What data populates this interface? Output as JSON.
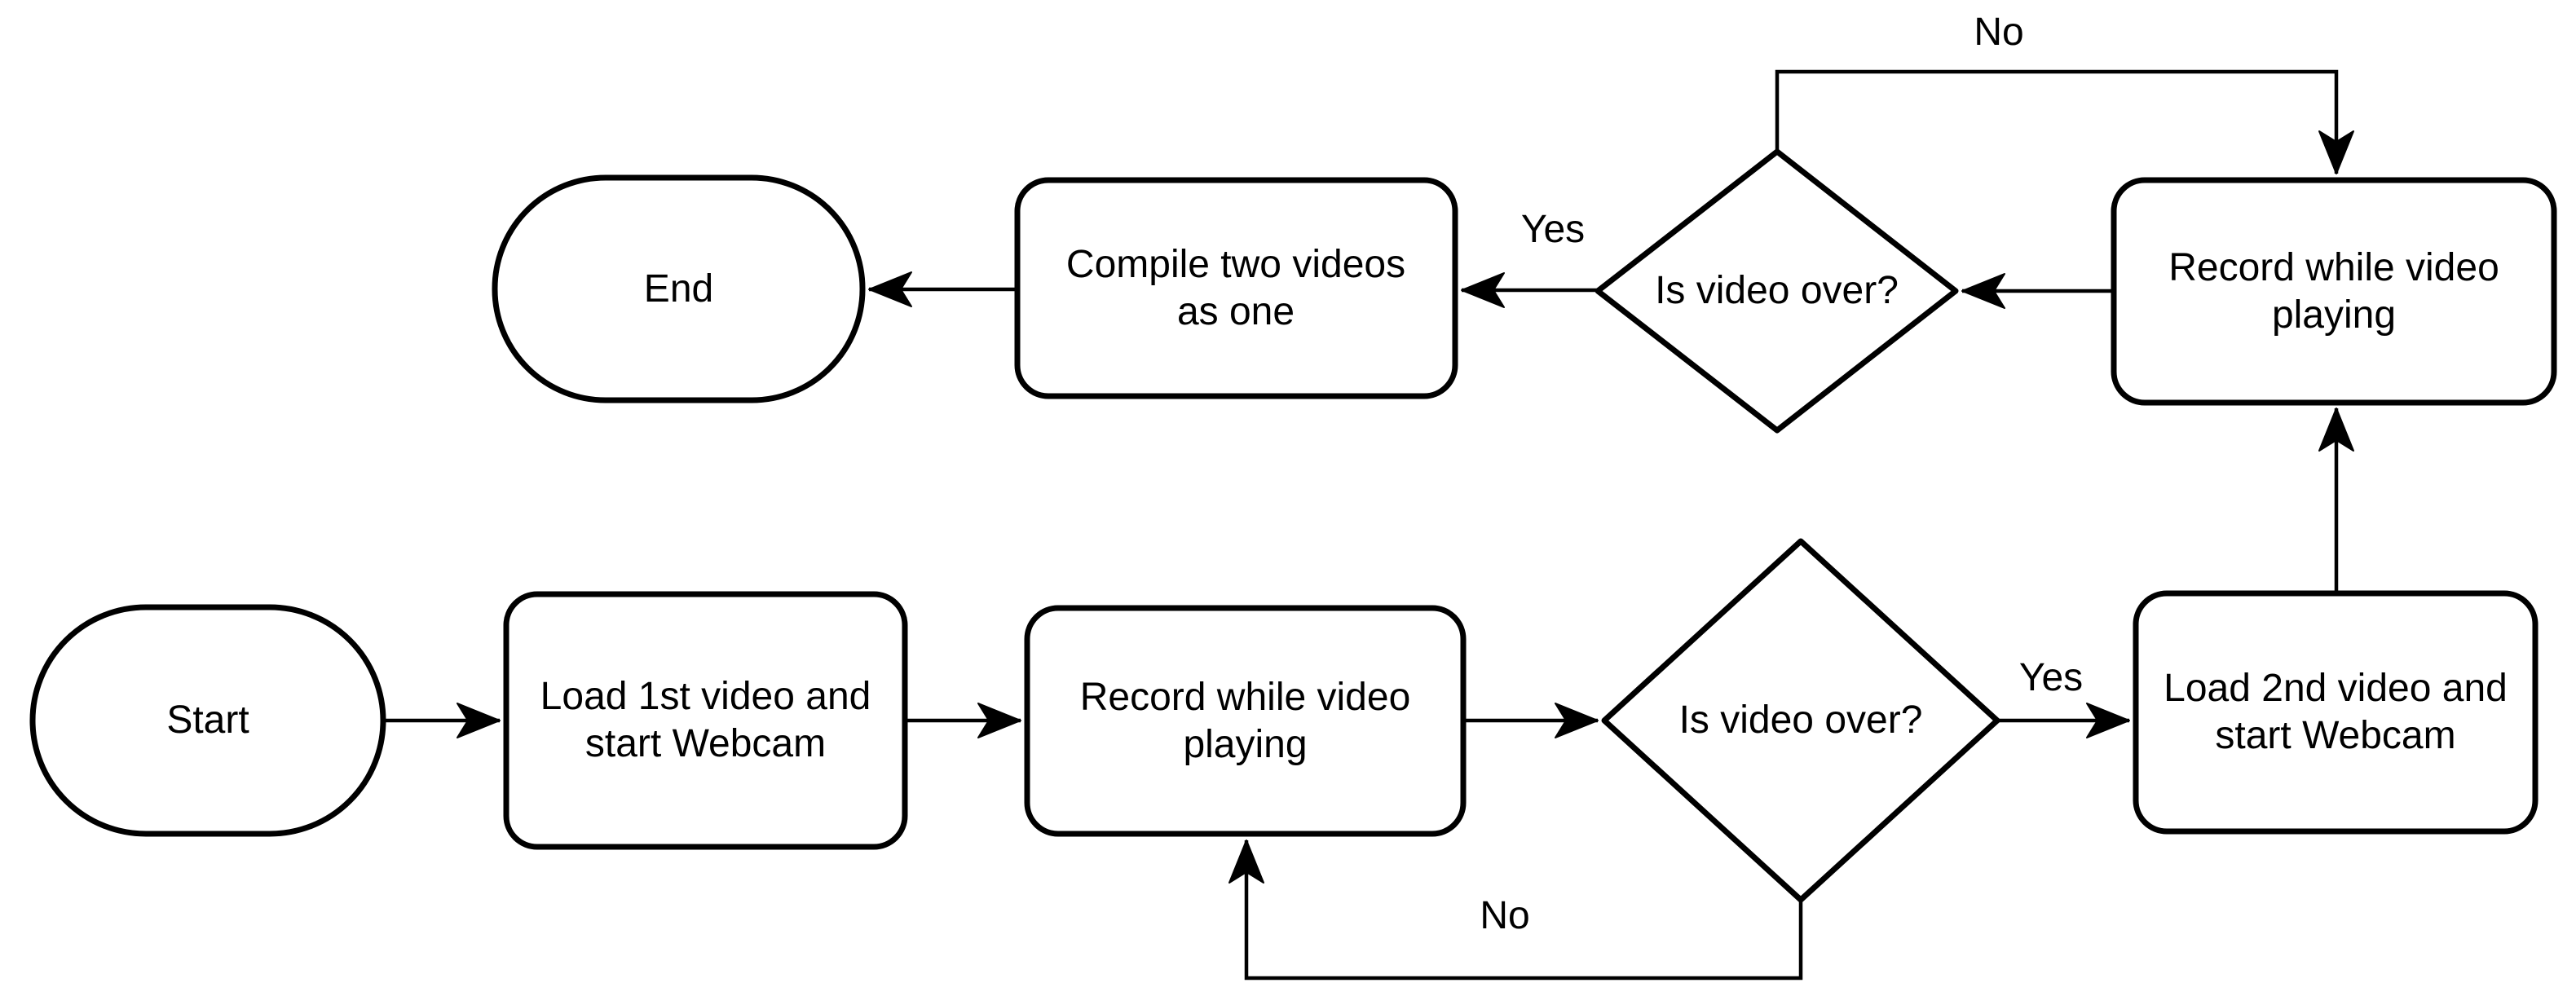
{
  "diagram": {
    "type": "flowchart",
    "colors": {
      "background": "#ffffff",
      "shape_fill": "#ffffff",
      "stroke": "#000000",
      "text": "#000000"
    },
    "nodes": {
      "start": {
        "label": "Start",
        "shape": "terminator"
      },
      "load_first_video": {
        "label": "Load 1st video and start Webcam",
        "shape": "process"
      },
      "record_while_playing_1": {
        "label": "Record while video playing",
        "shape": "process"
      },
      "is_video_over_1": {
        "label": "Is video over?",
        "shape": "decision"
      },
      "load_second_video": {
        "label": "Load 2nd video and start Webcam",
        "shape": "process"
      },
      "record_while_playing_2": {
        "label": "Record while video playing",
        "shape": "process"
      },
      "is_video_over_2": {
        "label": "Is video over?",
        "shape": "decision"
      },
      "compile_videos": {
        "label": "Compile two videos as one",
        "shape": "process"
      },
      "end": {
        "label": "End",
        "shape": "terminator"
      }
    },
    "edges": [
      {
        "from": "start",
        "to": "load_first_video",
        "label": ""
      },
      {
        "from": "load_first_video",
        "to": "record_while_playing_1",
        "label": ""
      },
      {
        "from": "record_while_playing_1",
        "to": "is_video_over_1",
        "label": ""
      },
      {
        "from": "is_video_over_1",
        "to": "load_second_video",
        "label": "Yes"
      },
      {
        "from": "is_video_over_1",
        "to": "record_while_playing_1",
        "label": "No"
      },
      {
        "from": "load_second_video",
        "to": "record_while_playing_2",
        "label": ""
      },
      {
        "from": "record_while_playing_2",
        "to": "is_video_over_2",
        "label": ""
      },
      {
        "from": "is_video_over_2",
        "to": "compile_videos",
        "label": "Yes"
      },
      {
        "from": "is_video_over_2",
        "to": "record_while_playing_2",
        "label": "No"
      },
      {
        "from": "compile_videos",
        "to": "end",
        "label": ""
      }
    ]
  }
}
